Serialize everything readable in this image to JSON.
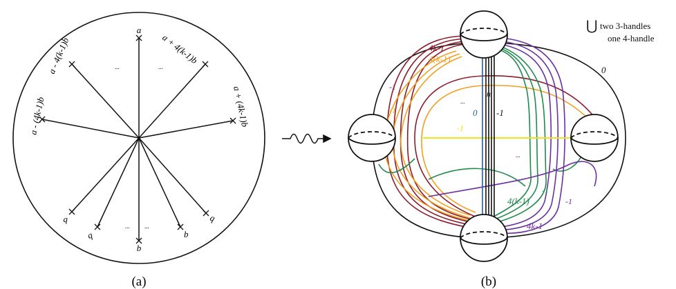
{
  "left": {
    "caption": "(a)",
    "labels": {
      "a_top": "a",
      "a_minus_4k1b": "a - 4(k-1)b",
      "a_plus_4k1b": "a + 4(k-1)b",
      "a_minus_4k_1b": "a - (4k-1)b",
      "a_plus_4k_1b": "a + (4k-1)b",
      "b": "b",
      "dots": "..."
    }
  },
  "arrow": {
    "icon": "squiggly-arrow-icon"
  },
  "right": {
    "caption": "(b)",
    "handles_note_line1": "two 3-handles",
    "handles_note_line2": "one 4-handle",
    "union_symbol": "⋃",
    "labels": {
      "zero_outer": "0",
      "fourk_minus_1": "4k-1",
      "four_k_minus_1": "4(k-1)",
      "minus_one": "-1",
      "n": "n",
      "zero_blue": "0",
      "dots": "..."
    },
    "colors": {
      "red": "#8b1a2b",
      "orange": "#f0a020",
      "green": "#1f8a4c",
      "purple": "#6a2fa0",
      "blue": "#1f5fa0",
      "yellow": "#f0e020",
      "black": "#111111"
    }
  }
}
